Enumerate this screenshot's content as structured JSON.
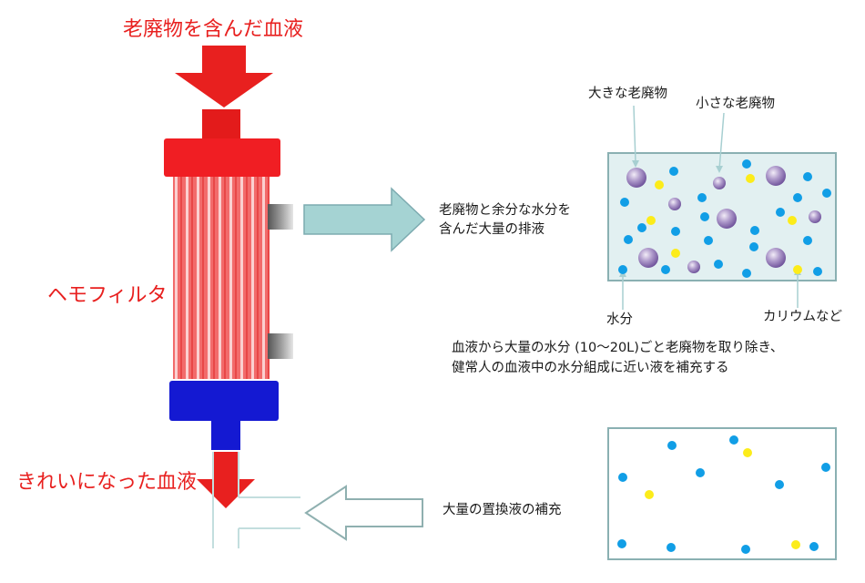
{
  "labels": {
    "input_blood": "老廃物を含んだ血液",
    "filter_name": "ヘモフィルタ",
    "output_blood": "きれいになった血液",
    "effluent_line1": "老廃物と余分な水分を",
    "effluent_line2": "含んだ大量の排液",
    "large_waste": "大きな老廃物",
    "small_waste": "小さな老廃物",
    "water": "水分",
    "potassium": "カリウムなど",
    "explanation_line1": "血液から大量の水分 (10～20L)ごと老廃物を取り除き、",
    "explanation_line2": "健常人の血液中の水分組成に近い液を補充する",
    "replacement": "大量の置換液の補充"
  },
  "colors": {
    "red": "#e8201f",
    "red_header": "#f01e23",
    "blue_header": "#1419d2",
    "water_dot": "#119ee6",
    "potassium_dot": "#fcec1a",
    "waste_particle": "#8c6bb1",
    "panel_fill": "#e2f0f1",
    "panel_border": "#8ab0b2"
  }
}
